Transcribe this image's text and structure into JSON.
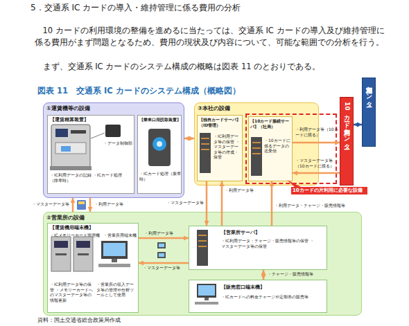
{
  "diagram": {
    "title": "図表 11　交通系 IC カードのシステム構成（概略図）",
    "caption": "資料：国土交通省総合政策局作成",
    "nodes": [
      {
        "text": [
          "①運賃機等の設備"
        ]
      },
      {
        "text": [
          "【運賃精算装置】",
          "・データ制御部",
          "・IC利用データの記録 ・ICカード処理（降車時）"
        ],
        "in": 0
      },
      {
        "text": [
          "【乗車口用読取装置】",
          "・ICカード処理（乗車時）"
        ],
        "in": 0
      },
      {
        "text": [
          "③本社の設備"
        ]
      },
      {
        "text": [
          "【独自カードサーバ】（ID管理）",
          "・IC利用データ等の保管 ・マスターデータ等の作成・保管"
        ],
        "in": 3
      },
      {
        "text": [
          "10カードの片利用に必要な設備"
        ]
      },
      {
        "text": [
          "【10カード接続サーバ】（社局）",
          "・10カードに係るデータの送受信"
        ],
        "in": 5
      },
      {
        "text": [
          "10カード利用センター"
        ]
      },
      {
        "text": [
          "相互利用センター"
        ]
      },
      {
        "text": [
          "②営業所の設備"
        ]
      },
      {
        "text": [
          "【運賃機用端末機】",
          "・ICメモリーカード管理機",
          "・営業所用端末機",
          "・IC利用データ等の保管 ・メモリーカードへのマスターデータ等の情報更新",
          "・営業所の収入データ等の管理や分析ツールとして使用"
        ],
        "in": 9
      },
      {
        "text": [
          "【営業所サーバ】",
          "・IC利用データ・チャージ・販売情報等の保管 ・マスターデータ等の保管"
        ],
        "in": 9
      },
      {
        "text": [
          "【販売窓口端末機】",
          "・ICカードへの料金チャージや定期券の販売等"
        ],
        "in": 9
      }
    ],
    "edges": [
      {
        "from": 9,
        "to": 0,
        "arrow": "to",
        "label": "・マスターデータ等"
      },
      {
        "from": 0,
        "to": 9,
        "arrow": "to",
        "label": "・利用データ等"
      },
      {
        "from": 0,
        "to": 3,
        "arrow": "both"
      },
      {
        "from": 4,
        "to": 11,
        "arrow": "to",
        "label": "・マスターデータ等"
      },
      {
        "from": 11,
        "to": 4,
        "arrow": "to",
        "label": "・利用データ等"
      },
      {
        "from": 11,
        "to": 6,
        "arrow": "to",
        "label": "・利用データ・チャージ・販売情報等"
      },
      {
        "from": 6,
        "to": 7,
        "arrow": "to",
        "label": "・利用データ等（10カードに限る）"
      },
      {
        "from": 7,
        "to": 6,
        "arrow": "to",
        "label": "・マスターデータ等（10カードに限る）"
      },
      {
        "from": 7,
        "to": 8,
        "arrow": "both"
      },
      {
        "from": 10,
        "to": 11,
        "arrow": "to",
        "label": "・利用データ等"
      },
      {
        "from": 11,
        "to": 10,
        "arrow": "to",
        "label": "・マスターデータ等"
      },
      {
        "from": 11,
        "to": 12,
        "arrow": "both",
        "label": "・チャージ・販売情報等"
      }
    ],
    "labels": [
      "5．交通系 IC カードの導入・維持管理に係る費用の分析",
      "10 カードの利用環境の整備を進めるに当たっては、交通系 IC カードの導入及び維持管理に係る費用がまず問題となるため、費用の現状及び内容について、可能な範囲での分析を行う。",
      "まず、交通系 IC カードのシステム構成の概略は図表 11 のとおりである。"
    ]
  }
}
